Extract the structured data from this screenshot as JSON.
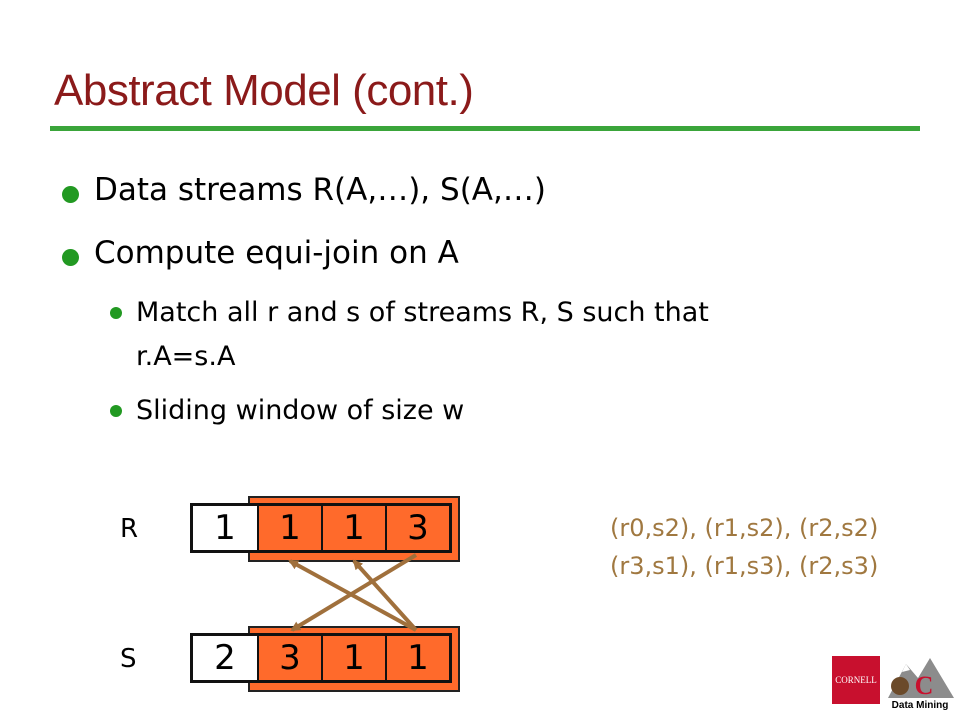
{
  "slide": {
    "title": "Abstract Model (cont.)",
    "bullets": [
      "Data streams R(A,…), S(A,…)",
      "Compute equi-join on A"
    ],
    "sub_bullets": [
      "Match all r and s of streams R, S such that",
      "r.A=s.A",
      "Sliding window of size w"
    ]
  },
  "diagram": {
    "r_label": "R",
    "s_label": "S",
    "r_values": [
      "1",
      "1",
      "1",
      "3"
    ],
    "s_values": [
      "2",
      "3",
      "1",
      "1"
    ],
    "results": [
      "(r0,s2), (r1,s2), (r2,s2)",
      "(r3,s1), (r1,s3), (r2,s3)"
    ],
    "window_color": "#ff6a2b",
    "arrow_color": "#a0703c"
  },
  "logos": {
    "cornell": "CORNELL",
    "data_mining": "Data Mining",
    "dm_letter": "C"
  }
}
